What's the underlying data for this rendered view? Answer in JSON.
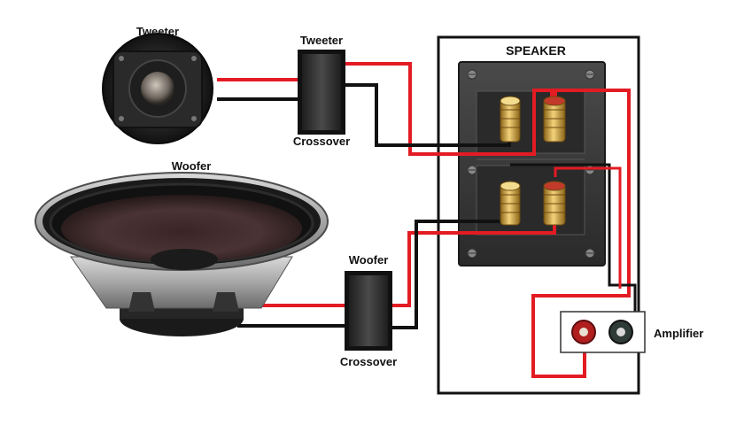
{
  "labels": {
    "tweeter": "Tweeter",
    "tweeter_crossover_top": "Tweeter",
    "tweeter_crossover_bottom": "Crossover",
    "speaker": "SPEAKER",
    "woofer": "Woofer",
    "woofer_crossover_top": "Woofer",
    "woofer_crossover_bottom": "Crossover",
    "amplifier": "Amplifier"
  },
  "colors": {
    "positive_wire": "#e31b23",
    "negative_wire": "#111111",
    "terminal_gold": "#d4a63a",
    "plate": "#3a3a3a",
    "crossover_box": "#2e2e2e"
  }
}
